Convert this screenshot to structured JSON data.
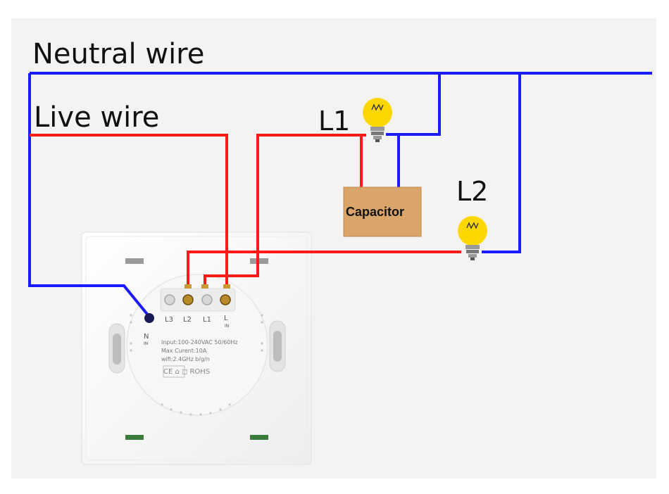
{
  "labels": {
    "neutral": "Neutral wire",
    "live": "Live wire",
    "lamp1": "L1",
    "lamp2": "L2",
    "capacitor": "Capacitor"
  },
  "switch": {
    "terminals": [
      "L3",
      "L2",
      "L1",
      "L"
    ],
    "terminal_sub": "IN",
    "neutral_terminal": "N",
    "neutral_sub": "IN",
    "spec_input": "Input:100-240VAC 50/60Hz",
    "spec_current": "Max Curent:10A",
    "spec_wifi": "wifi:2.4GHz b/g/n",
    "cert_marks": "CE ⌂ ◻ ROHS"
  },
  "colors": {
    "neutral_wire": "#1a1aff",
    "live_wire": "#ff1a1a",
    "capacitor_fill": "#d9a56a",
    "bulb": "#ffd700",
    "panel": "#ffffff",
    "background": "#f3f3f3"
  }
}
